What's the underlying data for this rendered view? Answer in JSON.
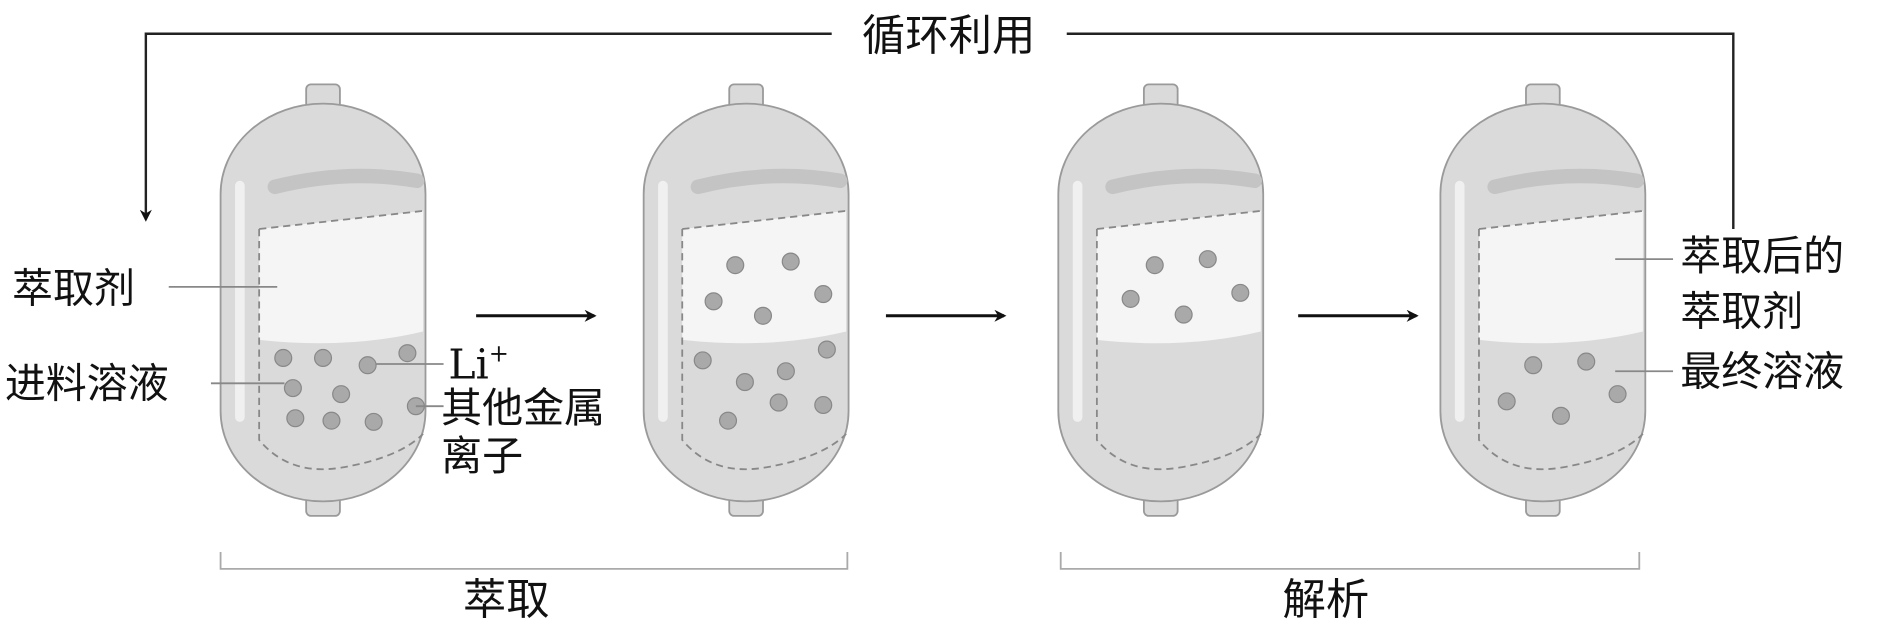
{
  "cycle_label": "循环利用",
  "left_labels": {
    "extractant": "萃取剂",
    "feed_solution": "进料溶液",
    "li_ion": "Li",
    "li_charge": "+",
    "other_metal_line1": "其他金属",
    "other_metal_line2": "离子"
  },
  "right_labels": {
    "spent_extractant_line1": "萃取后的",
    "spent_extractant_line2": "萃取剂",
    "final_solution": "最终溶液"
  },
  "stages": {
    "extraction": "萃取",
    "stripping": "解析"
  },
  "colors": {
    "tank_body": "#dadada",
    "tank_stroke": "#9a9a9a",
    "upper_phase": "#f5f5f5",
    "lower_phase": "#e4e4e4",
    "particle": "#a9a9a9"
  }
}
